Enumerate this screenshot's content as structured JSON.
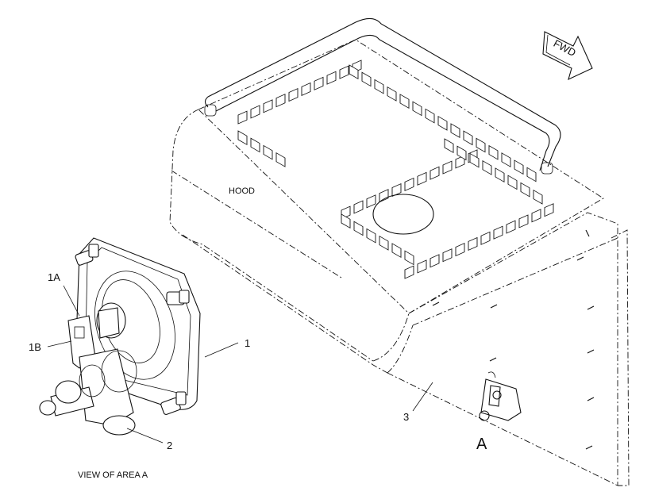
{
  "labels": {
    "hood": "HOOD",
    "fwd": "FWD",
    "item_1": "1",
    "item_1a": "1A",
    "item_1b": "1B",
    "item_2": "2",
    "item_3": "3",
    "area_a": "A",
    "view_caption": "VIEW OF AREA A"
  }
}
